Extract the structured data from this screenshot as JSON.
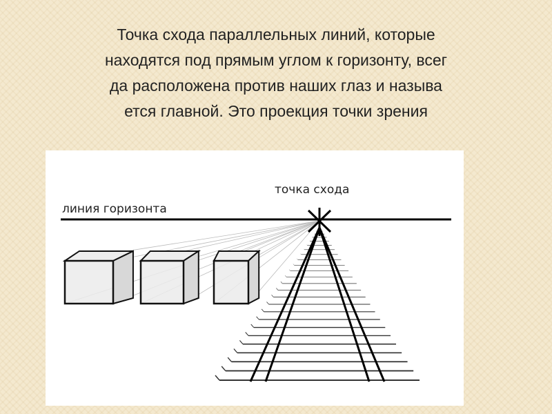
{
  "slide": {
    "title_lines": [
      "Точка схода параллельных линий, которые",
      "находятся под прямым углом к горизонту, всег",
      "да расположена против наших глаз и называ",
      "ется главной. Это проекция точки зрения"
    ]
  },
  "figure": {
    "horizon_label": "линия горизонта",
    "vanishing_point_label": "точка схода"
  }
}
